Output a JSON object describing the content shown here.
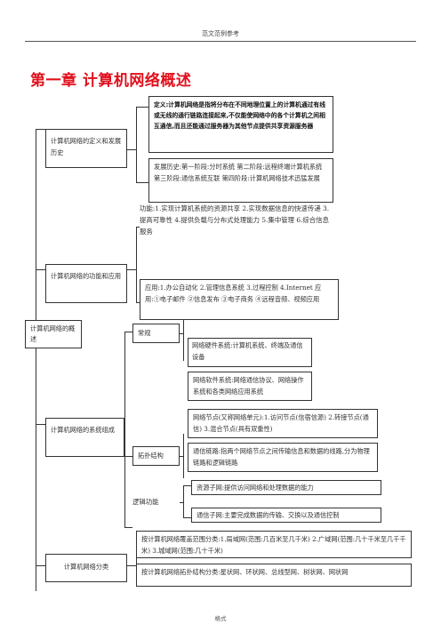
{
  "header": {
    "text": "范文范例参考"
  },
  "title": "第一章   计算机网络概述",
  "root": {
    "label": "计算机网络的概述"
  },
  "sections": {
    "history": {
      "label": "计算机网络的定义和发展历史",
      "definition": "定义:计算机网络是指将分布在不同地理位置上的计算机通过有线或无线的通行链路连接起来,不仅能使网络中的各个计算机之间相互通信,而且还能通过服务器为其他节点提供共享资源服务器",
      "development": "发展历史:第一阶段:分时系统   第二阶段:远程终端计算机系统   第三阶段:通信系统互联   第四阶段:计算机网络技术迅猛发展"
    },
    "function": {
      "label": "计算机网络的功能和应用",
      "functions": "功能:1.实现计算机系统的资源共享   2.实现数据信息的快速传递   3.提高可靠性   4.提供负载与分布式处理能力   5.集中管理   6.综合信息服务",
      "applications": "应用:1.办公自动化   2.管理信息系统   3.过程控制   4.Internet 应用:①电子邮件 ②信息发布 ③电子商务 ④远程音频、视频应用"
    },
    "composition": {
      "label": "计算机网络的系统组成",
      "conventional": {
        "label": "常规",
        "hardware": "网络硬件系统:计算机系统、终端及通信设备",
        "software": "网络软件系统:网络通信协议、网络操作系统和各类网络应用系统"
      },
      "topology": {
        "label": "拓扑结构",
        "nodes": "网络节点(又称网络单元):1.访问节点(信宿信源) 2.转接节点(通信)   3.混合节点(具有双重性)",
        "links": "通信链路:指两个网络节点之间传输信息和数据的线路,分为物理链路和逻辑链路"
      },
      "logical": {
        "label": "逻辑功能",
        "resource_subnet": "资源子网:提供访问网络和处理数据的能力",
        "comm_subnet": "通信子网:主要完成数据的传输、交换以及通信控制"
      }
    },
    "classification": {
      "label": "计算机网络分类",
      "by_coverage": "按计算机网络覆盖范围分类:1.局域网(范围:几百米至几千米) 2.广域网(范围:几十千米至几千千米) 3.城域网(范围:几十千米)",
      "by_topology": "按计算机网络拓扑结构分类:星状网、环状网、总线型网、树状网、网状网"
    }
  },
  "footer": {
    "text": "格式"
  }
}
